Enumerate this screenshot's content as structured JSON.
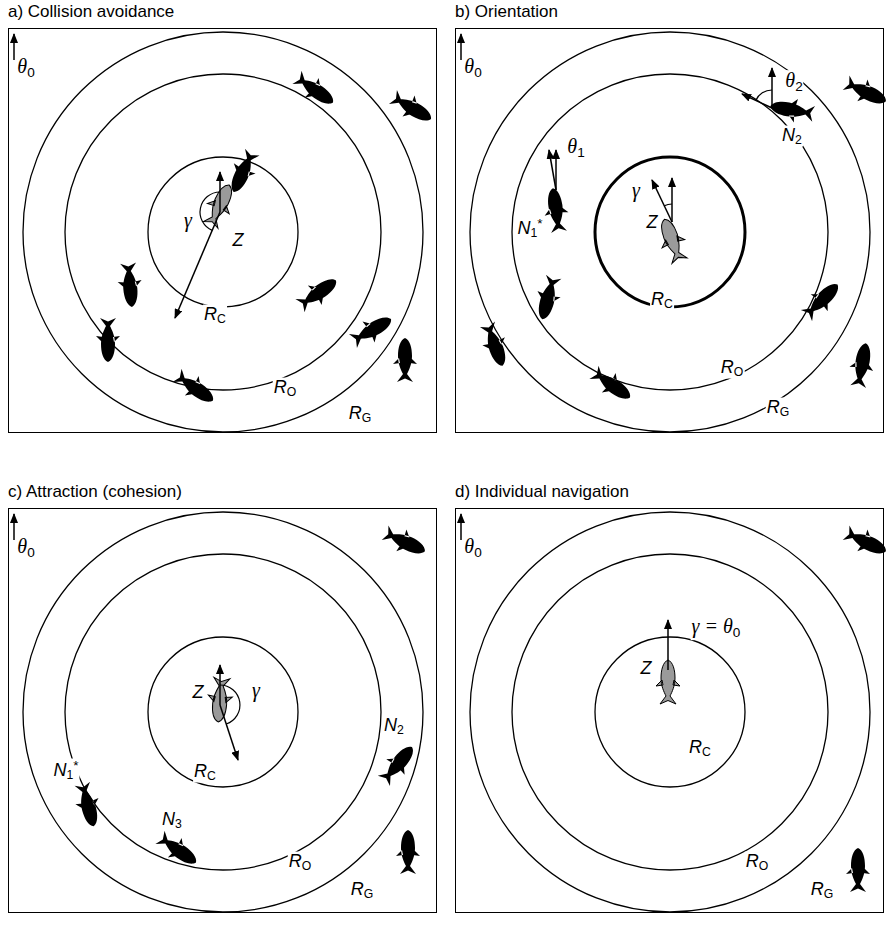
{
  "diagram": {
    "nodes": [
      {
        "text": [
          "a) Collision avoidance"
        ]
      },
      {
        "text": [
          "b) Orientation"
        ]
      },
      {
        "text": [
          "c) Attraction (cohesion)"
        ]
      },
      {
        "text": [
          "d) Individual navigation"
        ]
      }
    ],
    "labels": [
      "θ0",
      "γ",
      "Z",
      "RC",
      "RO",
      "RG",
      "θ0",
      "γ",
      "Z",
      "θ1",
      "N1*",
      "θ2",
      "N2",
      "RC",
      "RO",
      "RG",
      "θ0",
      "γ",
      "Z",
      "RC",
      "N1*",
      "N2",
      "N3",
      "RO",
      "RG",
      "θ0",
      "γ = θ0",
      "Z",
      "RC",
      "RO",
      "RG"
    ]
  }
}
